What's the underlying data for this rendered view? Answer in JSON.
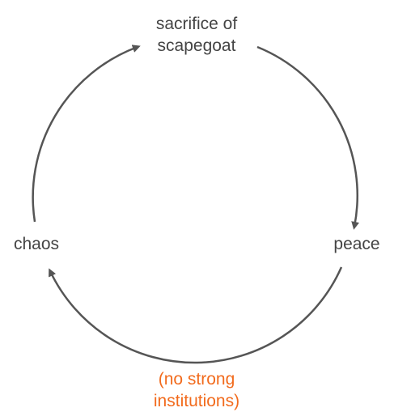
{
  "diagram": {
    "nodes": {
      "top": "sacrifice of\nscapegoat",
      "right": "peace",
      "left": "chaos",
      "bottom": "(no strong\ninstitutions)"
    },
    "colors": {
      "text": "#444444",
      "arrow": "#555555",
      "highlight": "#f26b1d"
    }
  }
}
